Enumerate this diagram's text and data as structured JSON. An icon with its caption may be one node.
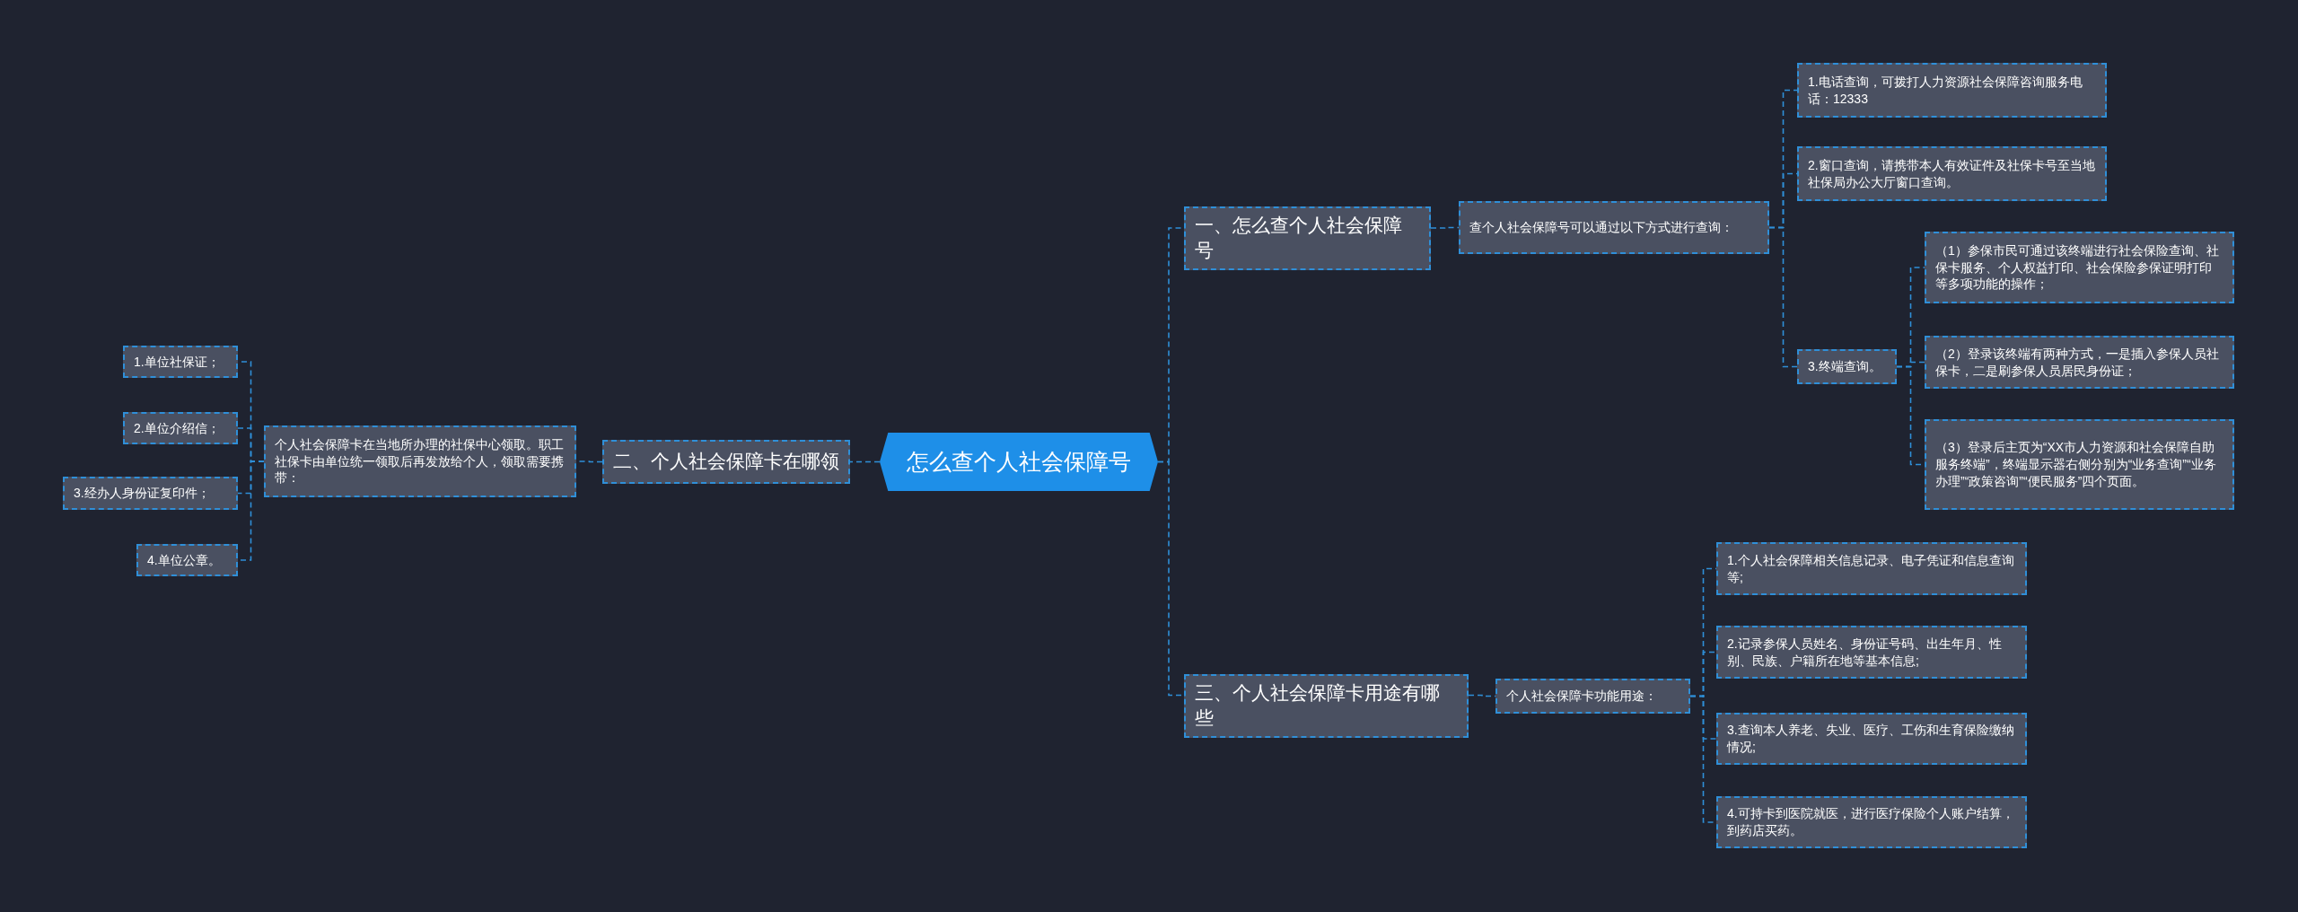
{
  "diagram": {
    "nodes": [
      {
        "text": [
          "怎么查个人社会保障号"
        ]
      },
      {
        "text": [
          "一、怎么查个人社会保障号"
        ]
      },
      {
        "text": [
          "查个人社会保障号可以通过以下方式进行查询："
        ]
      },
      {
        "text": [
          "1.电话查询，可拨打人力资源社会保障咨询服务电话：12333"
        ]
      },
      {
        "text": [
          "2.窗口查询，请携带本人有效证件及社保卡号至当地社保局办公大厅窗口查询。"
        ]
      },
      {
        "text": [
          "3.终端查询。"
        ]
      },
      {
        "text": [
          "（1）参保市民可通过该终端进行社会保险查询、社保卡服务、个人权益打印、社会保险参保证明打印等多项功能的操作；"
        ]
      },
      {
        "text": [
          "（2）登录该终端有两种方式，一是插入参保人员社保卡，二是刷参保人员居民身份证；"
        ]
      },
      {
        "text": [
          "（3）登录后主页为“XX市人力资源和社会保障自助服务终端”，终端显示器右侧分别为“业务查询”“业务办理”“政策咨询”“便民服务”四个页面。"
        ]
      },
      {
        "text": [
          "二、个人社会保障卡在哪领"
        ]
      },
      {
        "text": [
          "个人社会保障卡在当地所办理的社保中心领取。职工社保卡由单位统一领取后再发放给个人，领取需要携带："
        ]
      },
      {
        "text": [
          "1.单位社保证；"
        ]
      },
      {
        "text": [
          "2.单位介绍信；"
        ]
      },
      {
        "text": [
          "3.经办人身份证复印件；"
        ]
      },
      {
        "text": [
          "4.单位公章。"
        ]
      },
      {
        "text": [
          "三、个人社会保障卡用途有哪些"
        ]
      },
      {
        "text": [
          "个人社会保障卡功能用途："
        ]
      },
      {
        "text": [
          "1.个人社会保障相关信息记录、电子凭证和信息查询等;"
        ]
      },
      {
        "text": [
          "2.记录参保人员姓名、身份证号码、出生年月、性别、民族、户籍所在地等基本信息;"
        ]
      },
      {
        "text": [
          "3.查询本人养老、失业、医疗、工伤和生育保险缴纳情况;"
        ]
      },
      {
        "text": [
          "4.可持卡到医院就医，进行医疗保险个人账户结算，到药店买药。"
        ]
      }
    ],
    "edges": [
      {
        "from": 0,
        "to": 1,
        "arrow": "none"
      },
      {
        "from": 1,
        "to": 2,
        "arrow": "none"
      },
      {
        "from": 2,
        "to": 3,
        "arrow": "none"
      },
      {
        "from": 2,
        "to": 4,
        "arrow": "none"
      },
      {
        "from": 2,
        "to": 5,
        "arrow": "none"
      },
      {
        "from": 5,
        "to": 6,
        "arrow": "none"
      },
      {
        "from": 5,
        "to": 7,
        "arrow": "none"
      },
      {
        "from": 5,
        "to": 8,
        "arrow": "none"
      },
      {
        "from": 0,
        "to": 9,
        "arrow": "none"
      },
      {
        "from": 9,
        "to": 10,
        "arrow": "none"
      },
      {
        "from": 10,
        "to": 11,
        "arrow": "none"
      },
      {
        "from": 10,
        "to": 12,
        "arrow": "none"
      },
      {
        "from": 10,
        "to": 13,
        "arrow": "none"
      },
      {
        "from": 10,
        "to": 14,
        "arrow": "none"
      },
      {
        "from": 0,
        "to": 15,
        "arrow": "none"
      },
      {
        "from": 15,
        "to": 16,
        "arrow": "none"
      },
      {
        "from": 16,
        "to": 17,
        "arrow": "none"
      },
      {
        "from": 16,
        "to": 18,
        "arrow": "none"
      },
      {
        "from": 16,
        "to": 19,
        "arrow": "none"
      },
      {
        "from": 16,
        "to": 20,
        "arrow": "none"
      }
    ]
  }
}
